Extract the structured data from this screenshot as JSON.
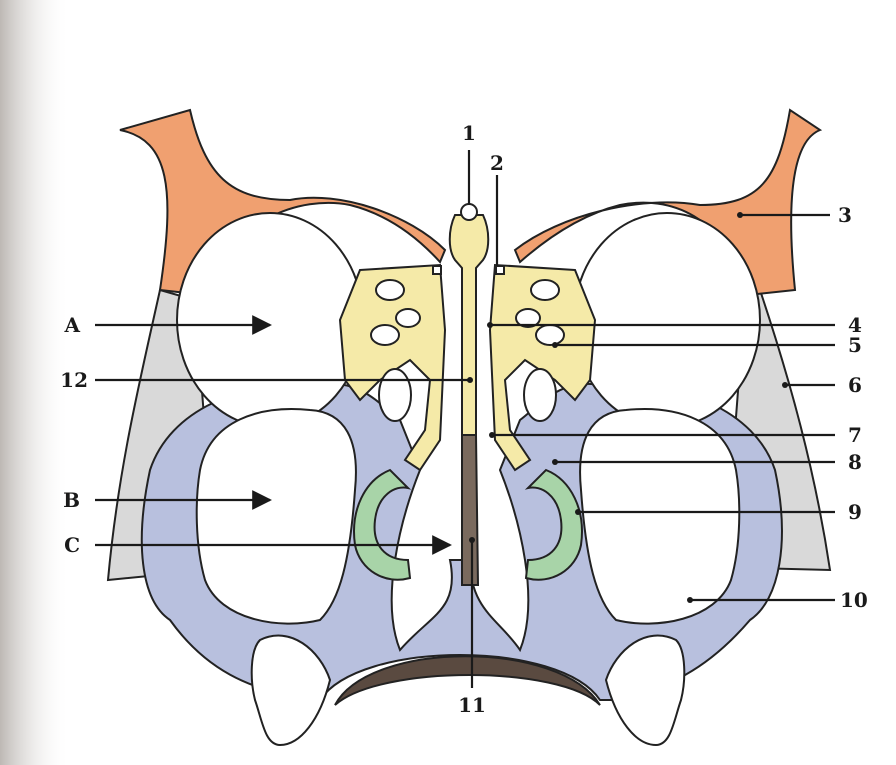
{
  "diagram": {
    "labels": {
      "n1": "1",
      "n2": "2",
      "n3": "3",
      "n4": "4",
      "n5": "5",
      "n6": "6",
      "n7": "7",
      "n8": "8",
      "n9": "9",
      "n10": "10",
      "n11": "11",
      "n12": "12",
      "A": "A",
      "B": "B",
      "C": "C"
    },
    "colors": {
      "frontal_bone": "#f0a070",
      "ethmoid": "#f5eaa8",
      "maxilla": "#b8c0de",
      "zygomatic": "#d9d9d9",
      "inferior_concha": "#a8d4a8",
      "vomer": "#7a6a5e",
      "palate_shadow": "#5a4a40",
      "outline": "#222222",
      "paper_shadow": "#cfcac6"
    }
  }
}
